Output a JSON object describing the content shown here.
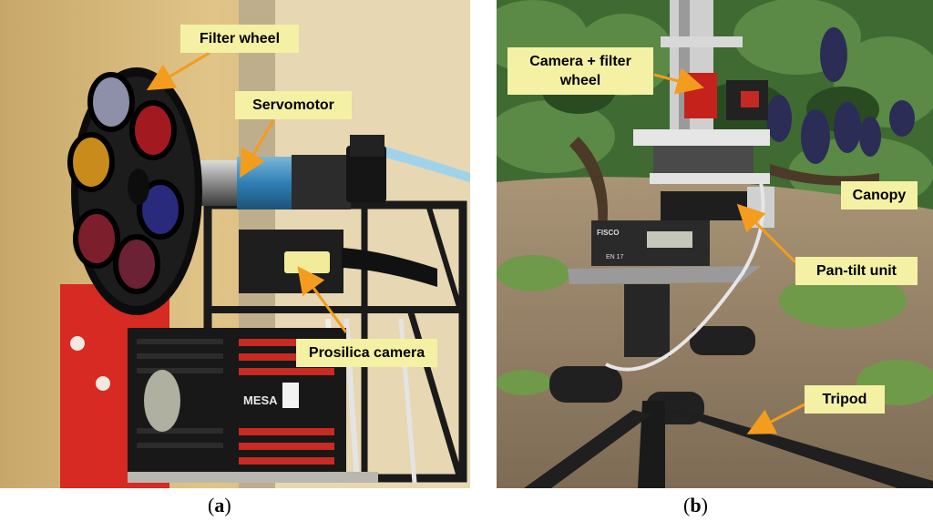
{
  "panel_a": {
    "callouts": {
      "filter_wheel": "Filter wheel",
      "servomotor": "Servomotor",
      "prosilica_camera": "Prosilica camera"
    },
    "device_text": {
      "mesa": "MESA"
    },
    "caption_letter": "a"
  },
  "panel_b": {
    "callouts": {
      "camera_filter_wheel_line1": "Camera + filter",
      "camera_filter_wheel_line2": "wheel",
      "canopy": "Canopy",
      "pan_tilt_unit": "Pan-tilt unit",
      "tripod": "Tripod"
    },
    "device_text": {
      "fisco": "FISCO",
      "model": "EN 17"
    },
    "caption_letter": "b"
  },
  "colors": {
    "callout_bg": "#f4f1a4",
    "arrow": "#f39c1e"
  }
}
